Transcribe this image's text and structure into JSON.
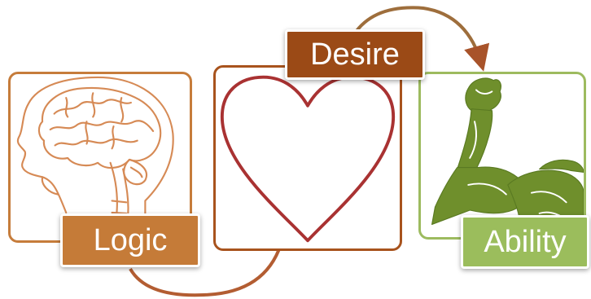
{
  "labels": {
    "logic": "Logic",
    "desire": "Desire",
    "ability": "Ability"
  },
  "icons": {
    "logic": "brain-head-icon",
    "desire": "heart-icon",
    "ability": "flexed-arm-icon"
  },
  "colors": {
    "logic": "#c57b38",
    "desire": "#9b4a16",
    "ability": "#9bbd5c",
    "heart_stroke": "#a93232"
  }
}
